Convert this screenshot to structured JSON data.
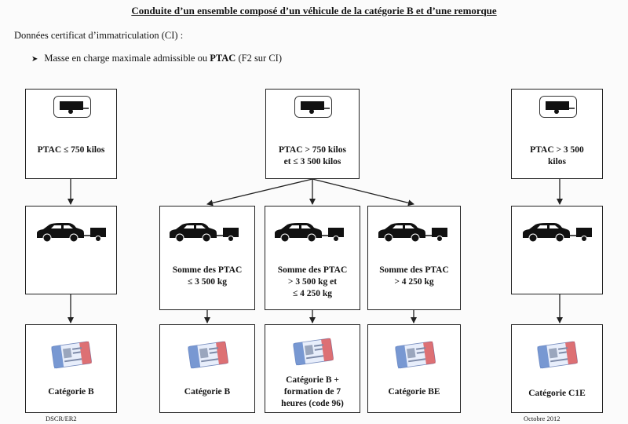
{
  "title": "Conduite d’un ensemble composé d’un véhicule de la catégorie B et d’une remorque",
  "intro": "Données certificat d’immatriculation (CI) :",
  "bullet": {
    "prefix": "Masse en charge maximale admissible ou ",
    "bold": "PTAC",
    "suffix": " (F2 sur CI)"
  },
  "trailer_boxes": {
    "left": {
      "line1": "PTAC ≤ 750 kilos"
    },
    "middle": {
      "line1": "PTAC > 750 kilos",
      "line2": "et ≤ 3 500 kilos"
    },
    "right": {
      "line1": "PTAC > 3 500",
      "line2": "kilos"
    }
  },
  "combo_boxes": {
    "m1": {
      "line1": "Somme des PTAC",
      "line2": "≤ 3 500 kg"
    },
    "m2": {
      "line1": "Somme des PTAC",
      "line2": "> 3 500 kg et",
      "line3": "≤ 4 250 kg"
    },
    "m3": {
      "line1": "Somme des PTAC",
      "line2": "> 4 250 kg"
    }
  },
  "license_boxes": {
    "left": {
      "line1": "Catégorie B"
    },
    "m1": {
      "line1": "Catégorie B"
    },
    "m2": {
      "line1": "Catégorie B +",
      "line2": "formation de 7",
      "line3": "heures (code 96)"
    },
    "m3": {
      "line1": "Catégorie BE"
    },
    "right": {
      "line1": "Catégorie C1E"
    }
  },
  "footer": {
    "left": "DSCR/ER2",
    "right": "Octobre 2012"
  },
  "colors": {
    "line": "#222222",
    "card_blue": "#5b82c8",
    "card_red": "#d83a3a"
  }
}
